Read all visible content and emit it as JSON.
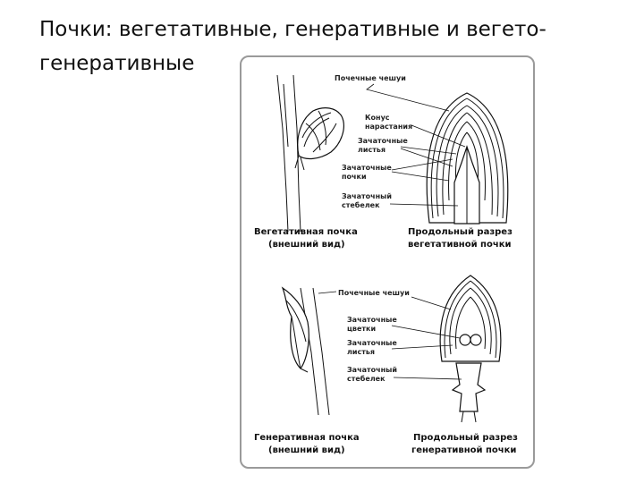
{
  "slide": {
    "title": "Почки: вегетативные, генеративные и вегето-\nгенеративные"
  },
  "top_panel": {
    "labels": {
      "scales": "Почечные чешуи",
      "cone_1": "Конус",
      "cone_2": "нарастания",
      "leaves_1": "Зачаточные",
      "leaves_2": "листья",
      "buds_1": "Зачаточные",
      "buds_2": "почки",
      "stem_1": "Зачаточный",
      "stem_2": "стебелек"
    },
    "caption_left_1": "Вегетативная почка",
    "caption_left_2": "(внешний вид)",
    "caption_right_1": "Продольный разрез",
    "caption_right_2": "вегетативной почки"
  },
  "bottom_panel": {
    "labels": {
      "scales": "Почечные чешуи",
      "flowers_1": "Зачаточные",
      "flowers_2": "цветки",
      "leaves_1": "Зачаточные",
      "leaves_2": "листья",
      "stem_1": "Зачаточный",
      "stem_2": "стебелек"
    },
    "caption_left_1": "Генеративная почка",
    "caption_left_2": "(внешний вид)",
    "caption_right_1": "Продольный разрез",
    "caption_right_2": "генеративной почки"
  }
}
